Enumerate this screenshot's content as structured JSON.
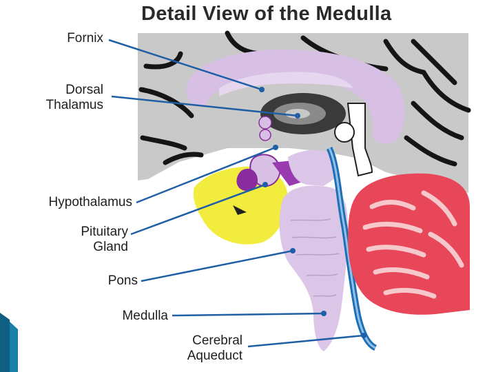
{
  "title": "Detail View of the Medulla",
  "labels": {
    "fornix": "Fornix",
    "dorsal_thalamus": [
      "Dorsal",
      "Thalamus"
    ],
    "hypothalamus": "Hypothalamus",
    "pituitary_gland": [
      "Pituitary",
      "Gland"
    ],
    "pons": "Pons",
    "medulla": "Medulla",
    "cerebral_aqueduct": [
      "Cerebral",
      "Aqueduct"
    ]
  },
  "colors": {
    "brain_gray": "#c9c9c9",
    "sulcus": "#151515",
    "purple": "#d8c0e4",
    "dark_purple": "#8a2ba0",
    "cerebellum_red": "#e8475a",
    "cerebellum_pink": "#f6c8cc",
    "yellow": "#f2ec3e",
    "ventricle_blue": "#1f6fb4",
    "leader_line": "#1f5fa6",
    "accent_teal": "#1a7fa8"
  }
}
